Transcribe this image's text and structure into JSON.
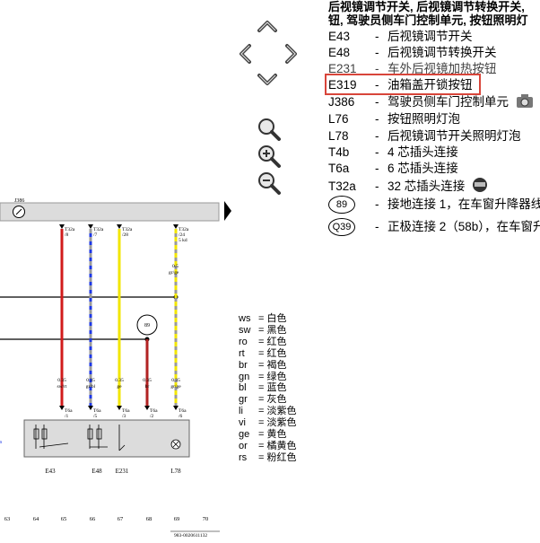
{
  "header": {
    "line1": "后视镜调节开关, 后视镜调节转换开关,",
    "line2": "钮, 驾驶员侧车门控制单元, 按钮照明灯"
  },
  "legend": [
    {
      "code": "E43",
      "dash": "-",
      "desc": "后视镜调节开关"
    },
    {
      "code": "E48",
      "dash": "-",
      "desc": "后视镜调节转换开关"
    },
    {
      "code": "E231",
      "dash": "-",
      "desc": "车外后视镜加热按钮"
    },
    {
      "code": "E319",
      "dash": "-",
      "desc": "油箱盖开锁按钮"
    },
    {
      "code": "J386",
      "dash": "-",
      "desc": "驾驶员侧车门控制单元"
    },
    {
      "code": "L76",
      "dash": "-",
      "desc": "按钮照明灯泡"
    },
    {
      "code": "L78",
      "dash": "-",
      "desc": "后视镜调节开关照明灯泡"
    },
    {
      "code": "T4b",
      "dash": "-",
      "desc": "4 芯插头连接"
    },
    {
      "code": "T6a",
      "dash": "-",
      "desc": "6 芯插头连接"
    },
    {
      "code": "T32a",
      "dash": "-",
      "desc": "32 芯插头连接"
    },
    {
      "code": "89",
      "dash": "-",
      "desc": "接地连接 1，在车窗升降器线"
    },
    {
      "code": "Q39",
      "dash": "-",
      "desc": "正极连接 2（58b），在车窗升"
    }
  ],
  "color_codes": [
    {
      "code": "ws",
      "name": "= 白色"
    },
    {
      "code": "sw",
      "name": "= 黑色"
    },
    {
      "code": "ro",
      "name": "= 红色"
    },
    {
      "code": "rt",
      "name": "= 红色"
    },
    {
      "code": "br",
      "name": "= 褐色"
    },
    {
      "code": "gn",
      "name": "= 绿色"
    },
    {
      "code": "bl",
      "name": "= 蓝色"
    },
    {
      "code": "gr",
      "name": "= 灰色"
    },
    {
      "code": "li",
      "name": "= 淡紫色"
    },
    {
      "code": "vi",
      "name": "= 淡紫色"
    },
    {
      "code": "ge",
      "name": "= 黄色"
    },
    {
      "code": "or",
      "name": "= 橘黄色"
    },
    {
      "code": "rs",
      "name": "= 粉红色"
    }
  ],
  "diagram": {
    "control_unit": "J386",
    "ground_point": "89",
    "connectors_top": [
      {
        "conn": "T32a",
        "pin": "/8",
        "color": "#d11b1b"
      },
      {
        "conn": "T32a",
        "pin": "/7",
        "color": "#1c37e6"
      },
      {
        "conn": "T32a",
        "pin": "/28",
        "color": "#f2e600"
      },
      {
        "conn": "T32a",
        "pin": "/24",
        "color": "#f2e600"
      }
    ],
    "extra_pin_label": "5 kd",
    "wire_specs": [
      "0.35",
      "0.35",
      "0.35",
      "0.35",
      "0.35"
    ],
    "wire_colors": [
      "sw/rt",
      "gr/bl",
      "ge",
      "br",
      "gr/ge"
    ],
    "spec_top_right": "0.5",
    "color_top_right": "gr/ge",
    "connectors_bottom": [
      "T6a /1",
      "T6a /5",
      "T6a /3",
      "T6a /2",
      "T6a /6"
    ],
    "components": [
      "E43",
      "E48",
      "E231",
      "L78"
    ],
    "column_numbers": [
      "63",
      "64",
      "65",
      "66",
      "67",
      "68",
      "69",
      "70"
    ],
    "doc_number": "983-0020611132"
  },
  "nav_icons": [
    "chevron-up-icon",
    "chevron-left-icon",
    "chevron-right-icon",
    "chevron-down-icon",
    "zoom-reset-icon",
    "zoom-in-icon",
    "zoom-out-icon"
  ],
  "highlight_color": "#d8453a"
}
